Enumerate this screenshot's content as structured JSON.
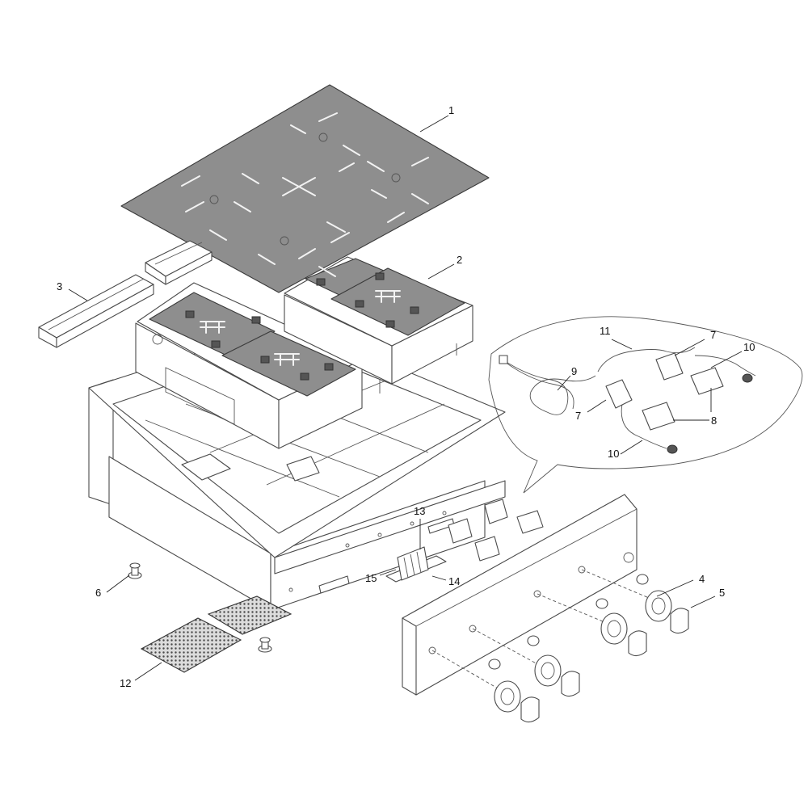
{
  "callouts": {
    "c1": "1",
    "c2": "2",
    "c3": "3",
    "c4": "4",
    "c5": "5",
    "c6": "6",
    "c7a": "7",
    "c7b": "7",
    "c8": "8",
    "c9": "9",
    "c10a": "10",
    "c10b": "10",
    "c11": "11",
    "c12": "12",
    "c13": "13",
    "c14": "14",
    "c15": "15"
  }
}
